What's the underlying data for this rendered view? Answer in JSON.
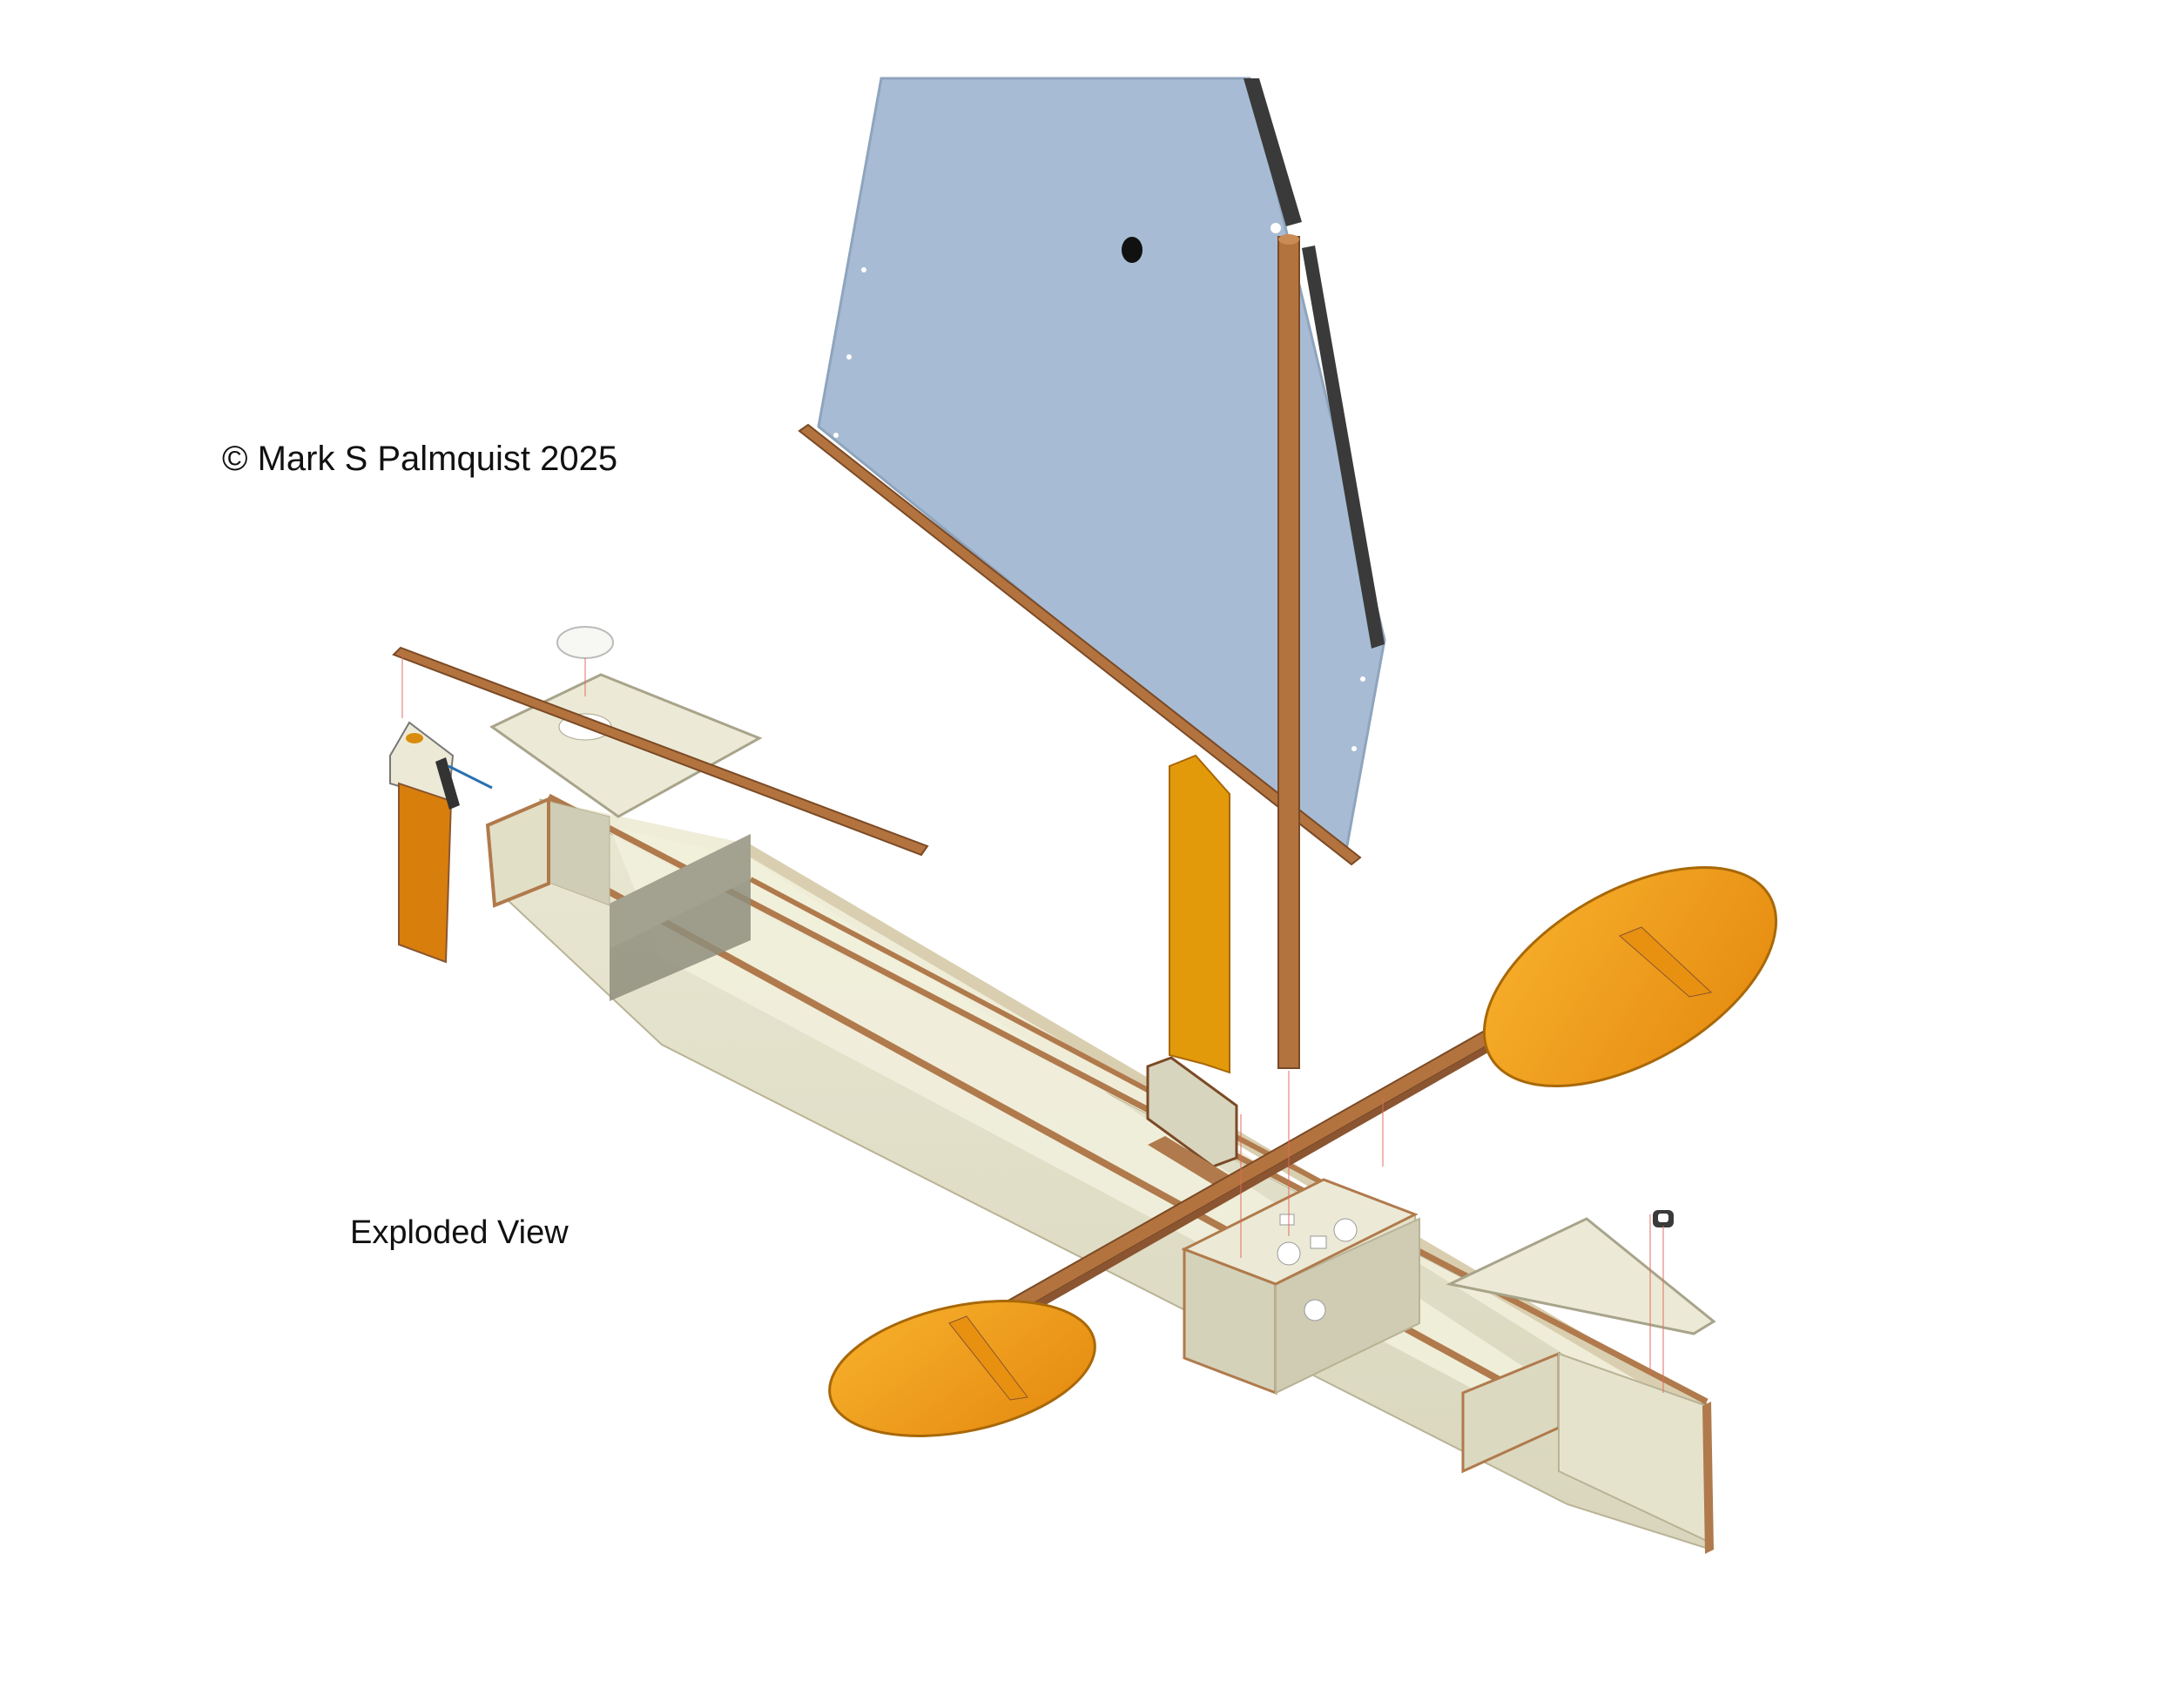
{
  "copyright": "© Mark S Palmquist 2025",
  "view_title": "Exploded View",
  "colors": {
    "background": "#ffffff",
    "sail": "#a7bcd4",
    "wood_spar": "#b3733f",
    "hull_panel": "#ecead6",
    "hull_edge": "#b07a4c",
    "foil_orange": "#f0a018",
    "foil_dark_orange": "#d87e0c",
    "mast_track": "#3a3a3a"
  },
  "parts": [
    "sail",
    "mast",
    "yard",
    "boom",
    "leeboard",
    "rudder",
    "tiller",
    "deck-plate",
    "hatch-cover",
    "bow-deck",
    "ama-left",
    "ama-right",
    "aka-crossbeam",
    "mast-partner",
    "padeye",
    "hull"
  ]
}
